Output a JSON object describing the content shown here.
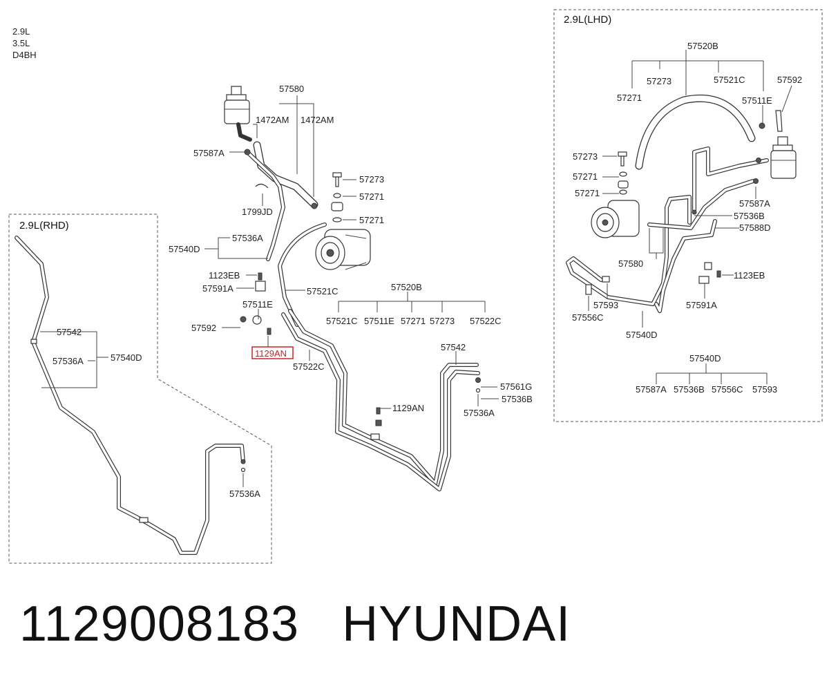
{
  "engine_variants": [
    "2.9L",
    "3.5L",
    "D4BH"
  ],
  "panels": {
    "rhd_title": "2.9L(RHD)",
    "lhd_title": "2.9L(LHD)"
  },
  "main_labels": {
    "p57580": "57580",
    "p1472AM_a": "1472AM",
    "p1472AM_b": "1472AM",
    "p57587A": "57587A",
    "p57273": "57273",
    "p57271_a": "57271",
    "p57271_b": "57271",
    "p1799JD": "1799JD",
    "p57536A": "57536A",
    "p57540D": "57540D",
    "p1123EB": "1123EB",
    "p57591A": "57591A",
    "p57521C": "57521C",
    "p57520B": "57520B",
    "p57511E": "57511E",
    "p57592": "57592",
    "p1129AN_hl": "1129AN",
    "p57522C": "57522C",
    "sub57520B": [
      "57521C",
      "57511E",
      "57271",
      "57273",
      "57522C"
    ],
    "p57542": "57542",
    "p57561G": "57561G",
    "p57536B": "57536B",
    "p1129AN": "1129AN",
    "p57536A_b": "57536A"
  },
  "rhd_labels": {
    "p57542": "57542",
    "p57536A": "57536A",
    "p57540D": "57540D",
    "p57536A_b": "57536A"
  },
  "lhd_labels": {
    "p57520B": "57520B",
    "p57273_top": "57273",
    "p57521C": "57521C",
    "p57592": "57592",
    "p57271_top": "57271",
    "p57511E": "57511E",
    "p57273": "57273",
    "p57271_a": "57271",
    "p57271_b": "57271",
    "p57587A": "57587A",
    "p57536B": "57536B",
    "p57588D": "57588D",
    "p57580": "57580",
    "p1123EB": "1123EB",
    "p57593": "57593",
    "p57591A": "57591A",
    "p57556C": "57556C",
    "p57540D": "57540D",
    "p57540D_b": "57540D",
    "sub57540D": [
      "57587A",
      "57536B",
      "57556C",
      "57593"
    ]
  },
  "footer": {
    "part_number": "1129008183",
    "brand": "HYUNDAI"
  }
}
